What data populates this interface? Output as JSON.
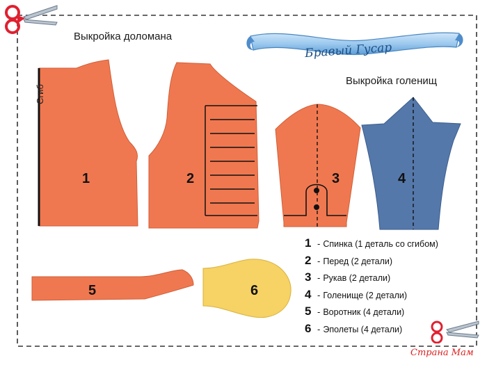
{
  "titles": {
    "dolomana": "Выкройка доломана",
    "golenish": "Выкройка голенищ",
    "fold": "Сгиб"
  },
  "banner": {
    "text": "Бравый Гусар"
  },
  "pieces": [
    {
      "num": "1",
      "color": "#f07850"
    },
    {
      "num": "2",
      "color": "#f07850"
    },
    {
      "num": "3",
      "color": "#f07850"
    },
    {
      "num": "4",
      "color": "#5578aa"
    },
    {
      "num": "5",
      "color": "#f07850"
    },
    {
      "num": "6",
      "color": "#f7d264"
    }
  ],
  "legend": [
    {
      "num": "1",
      "dash": "-",
      "text": "Спинка (1 деталь со сгибом)"
    },
    {
      "num": "2",
      "dash": "-",
      "text": "Перед (2 детали)"
    },
    {
      "num": "3",
      "dash": "-",
      "text": "Рукав (2 детали)"
    },
    {
      "num": "4",
      "dash": "-",
      "text": "Голенище (2 детали)"
    },
    {
      "num": "5",
      "dash": "-",
      "text": "Воротник (4 детали)"
    },
    {
      "num": "6",
      "dash": "-",
      "text": "Эполеты (4 детали)"
    }
  ],
  "watermark": "Страна Мам",
  "colors": {
    "orange": "#f07850",
    "blue": "#5578aa",
    "yellow": "#f7d264",
    "frame": "#333333"
  }
}
